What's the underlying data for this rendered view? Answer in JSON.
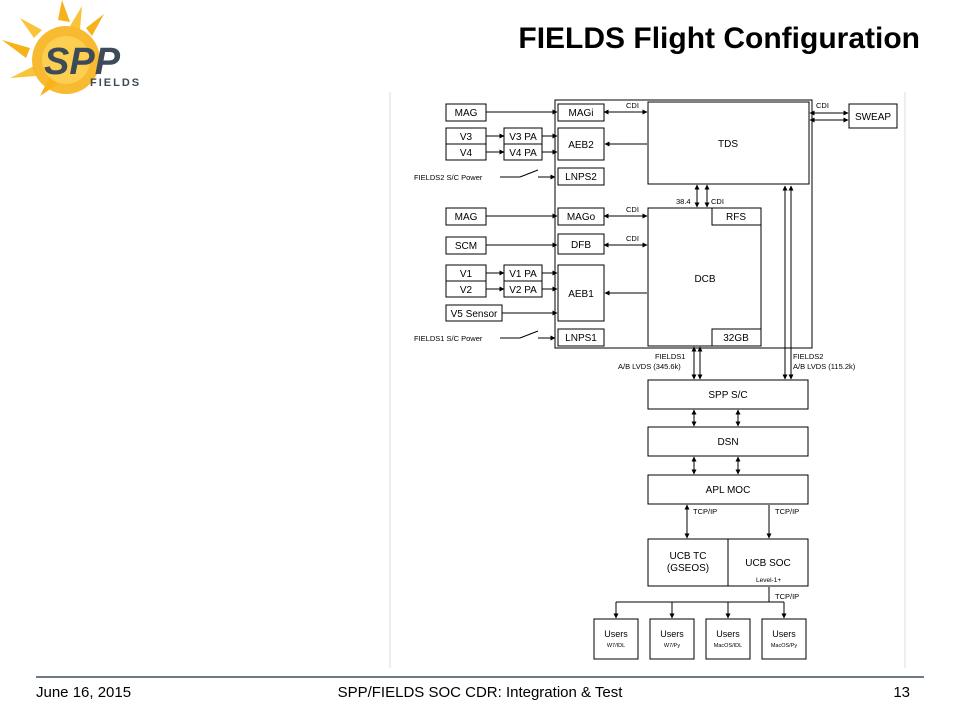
{
  "slide": {
    "title": "FIELDS Flight Configuration",
    "footer_date": "June 16, 2015",
    "footer_center": "SPP/FIELDS SOC CDR: Integration & Test",
    "page_number": "13"
  },
  "logo": {
    "main": "SPP",
    "sub": "FIELDS",
    "colors": {
      "sun": "#f7b21b",
      "text": "#3d4a5a"
    }
  },
  "diagram": {
    "sensors": {
      "mag_top": "MAG",
      "v3": "V3",
      "v4": "V4",
      "mag_mid": "MAG",
      "scm": "SCM",
      "v1": "V1",
      "v2": "V2",
      "v5": "V5 Sensor"
    },
    "preamps": {
      "v3pa": "V3 PA",
      "v4pa": "V4 PA",
      "v1pa": "V1 PA",
      "v2pa": "V2 PA"
    },
    "boards": {
      "magi": "MAGi",
      "aeb2": "AEB2",
      "lnps2": "LNPS2",
      "mago": "MAGo",
      "dfb": "DFB",
      "aeb1": "AEB1",
      "lnps1": "LNPS1",
      "tds": "TDS",
      "dcb": "DCB",
      "rfs": "RFS",
      "gb32": "32GB"
    },
    "power": {
      "fields2": "FIELDS2 S/C Power",
      "fields1": "FIELDS1 S/C Power"
    },
    "external": {
      "sweap": "SWEAP",
      "spp_sc": "SPP S/C",
      "dsn": "DSN",
      "apl_moc": "APL MOC"
    },
    "ucb": {
      "tc_line1": "UCB TC",
      "tc_line2": "(GSEOS)",
      "soc": "UCB SOC",
      "level": "Level-1+"
    },
    "users": [
      {
        "label": "Users",
        "sub": "W7/IDL"
      },
      {
        "label": "Users",
        "sub": "W7/Py"
      },
      {
        "label": "Users",
        "sub": "MacOS/IDL"
      },
      {
        "label": "Users",
        "sub": "MacOS/Py"
      }
    ],
    "link_labels": {
      "cdi": "CDI",
      "rate_38": "38.4",
      "fields1_line1": "FIELDS1",
      "fields1_line2": "A/B LVDS (345.6k)",
      "fields2_line1": "FIELDS2",
      "fields2_line2": "A/B LVDS (115.2k)",
      "tcpip": "TCP/IP"
    }
  }
}
